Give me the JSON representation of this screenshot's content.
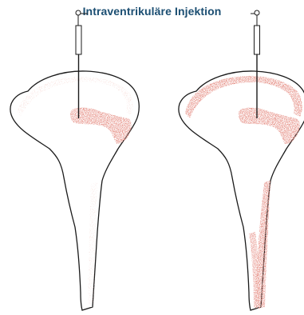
{
  "figure": {
    "title": "Intraventrikuläre Injektion",
    "colors": {
      "title": "#1b4e72",
      "outline": "#1a1a1a",
      "stain_light": "#e7a197",
      "stain_mid": "#d9675a",
      "stain_dark": "#c13d35"
    },
    "panels": [
      {
        "id": "left",
        "label": ""
      },
      {
        "id": "right",
        "label": ""
      }
    ]
  }
}
